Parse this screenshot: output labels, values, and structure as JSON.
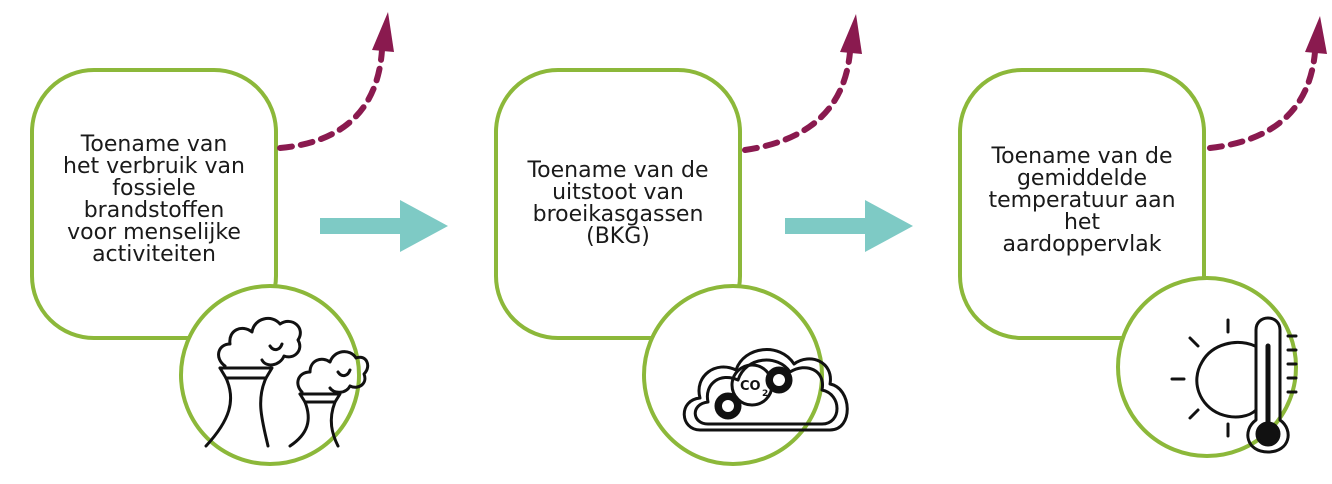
{
  "diagram": {
    "colors": {
      "box_border": "#8cb83a",
      "flow_arrow": "#7ecac5",
      "emission_arrow": "#8a1a4f",
      "icon_stroke": "#111111",
      "text": "#1a1a1a"
    },
    "steps": [
      {
        "text": "Toename van\nhet verbruik van\nfossiele\nbrandstoffen\nvoor menselijke\nactiviteiten",
        "icon": "power-plant-smoke-icon"
      },
      {
        "text": "Toename van de\nuitstoot van\nbroeikasgassen\n(BKG)",
        "icon": "co2-cloud-icon"
      },
      {
        "text": "Toename van de\ngemiddelde\ntemperatuur aan\nhet\naardoppervlak",
        "icon": "sun-thermometer-icon"
      }
    ],
    "co2_label": "CO",
    "co2_subscript": "2"
  }
}
